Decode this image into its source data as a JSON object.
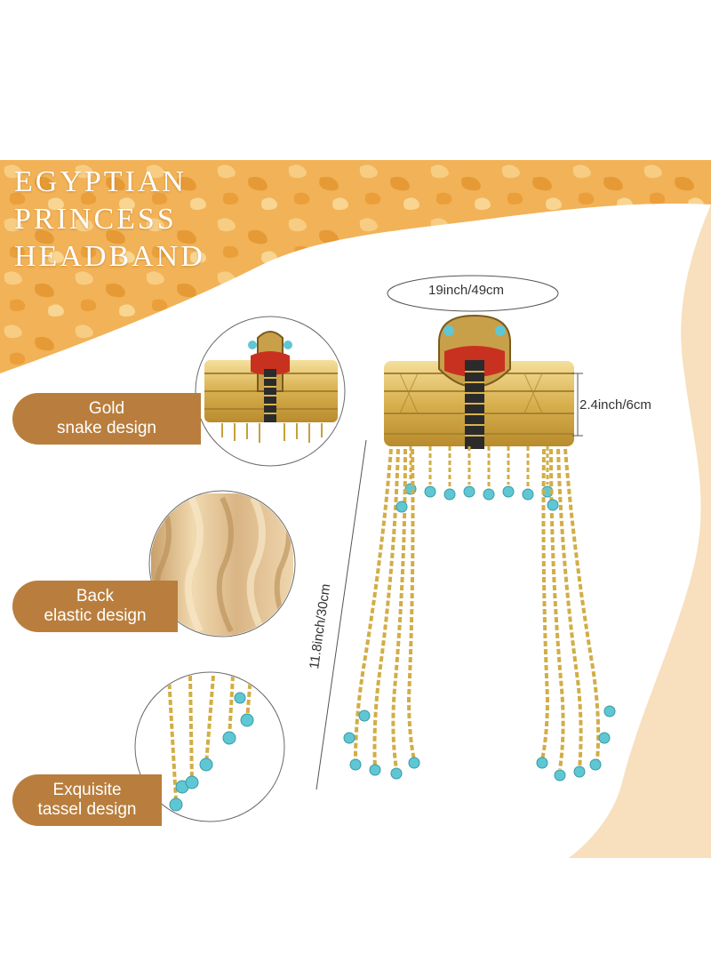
{
  "title_lines": [
    "EGYPTIAN",
    "PRINCESS",
    "HEADBAND"
  ],
  "features": [
    {
      "line1": "Gold",
      "line2": "snake design"
    },
    {
      "line1": "Back",
      "line2": "elastic design"
    },
    {
      "line1": "Exquisite",
      "line2": "tassel design"
    }
  ],
  "dimensions": {
    "circumference": "19inch/49cm",
    "height": "2.4inch/6cm",
    "tassel_length": "11.8inch/30cm"
  },
  "colors": {
    "banner": "#f0b04f",
    "pill": "#b97e3d",
    "gold": "#d9b44a",
    "turquoise": "#5ec7d3",
    "snake_red": "#c8311f"
  }
}
